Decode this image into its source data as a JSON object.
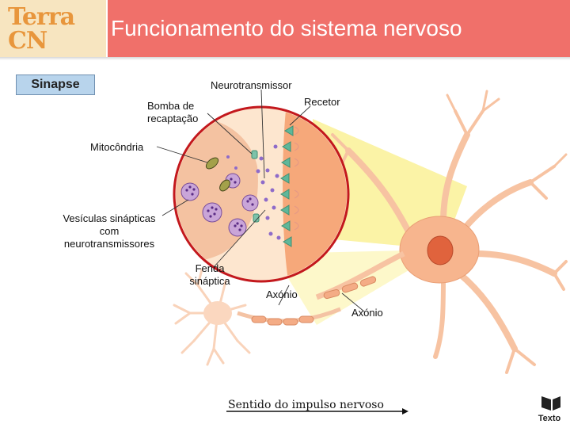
{
  "header": {
    "title": "Funcionamento do sistema nervoso",
    "logo_line1": "Terra",
    "logo_line2": "CN"
  },
  "tag": "Sinapse",
  "labels": {
    "neurotransmissor": "Neurotransmissor",
    "recetor": "Recetor",
    "bomba_line1": "Bomba de",
    "bomba_line2": "recaptação",
    "mitocondria": "Mitocôndria",
    "vesiculas_line1": "Vesículas sinápticas",
    "vesiculas_line2": "com",
    "vesiculas_line3": "neurotransmissores",
    "fenda_line1": "Fenda",
    "fenda_line2": "sináptica",
    "axonio_1": "Axónio",
    "axonio_2": "Axónio"
  },
  "impulse_label": "Sentido do impulso nervoso",
  "publisher": "Texto",
  "colors": {
    "header": "#f0706a",
    "tag_bg": "#b8d4ec",
    "cell": "#f7b58e",
    "zoom_cone": "#fbf3a6"
  }
}
